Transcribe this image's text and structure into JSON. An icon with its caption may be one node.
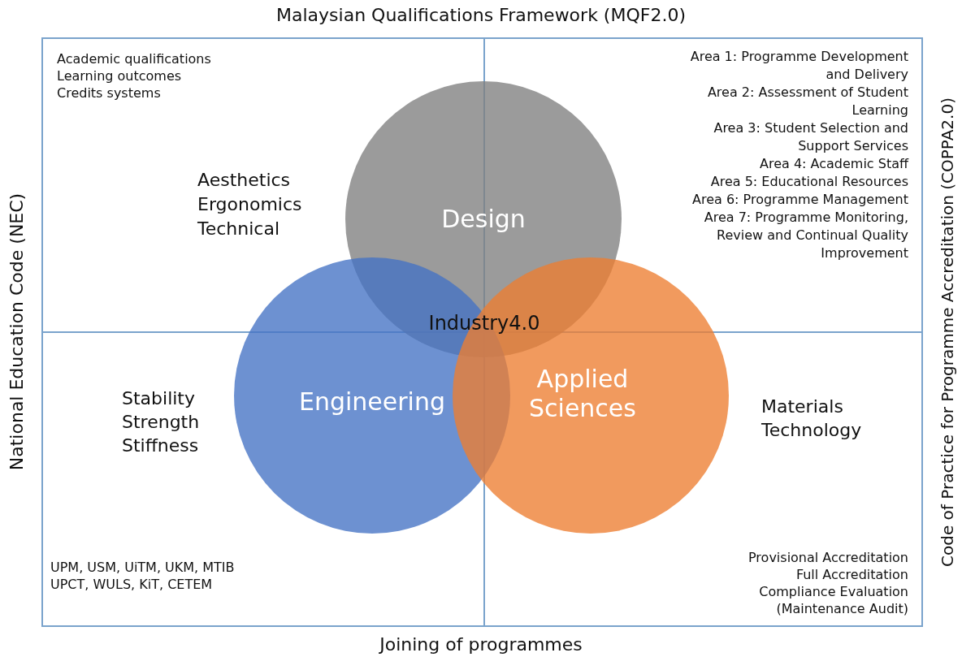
{
  "diagram": {
    "nodes": [
      {
        "text": [
          "Design"
        ]
      },
      {
        "text": [
          "Engineering"
        ]
      },
      {
        "text": [
          "Applied Sciences"
        ]
      }
    ],
    "labels": [
      "Malaysian Qualifications Framework (MQF2.0)",
      "Academic qualifications",
      "Learning outcomes",
      "Credits systems",
      "Area 1: Programme Development and Delivery",
      "Area 2: Assessment of Student Learning",
      "Area 3: Student Selection and Support Services",
      "Area 4: Academic Staff",
      "Area 5: Educational Resources",
      "Area 6: Programme Management",
      "Area 7: Programme Monitoring, Review and Continual Quality Improvement",
      "Aesthetics",
      "Ergonomics",
      "Technical",
      "Industry4.0",
      "Stability",
      "Strength",
      "Stiffness",
      "Materials Technology",
      "UPM, USM, UiTM, UKM, MTIB",
      "UPCT, WULS, KiT, CETEM",
      "Provisional Accreditation",
      "Full Accreditation",
      "Compliance Evaluation (Maintenance Audit)",
      "Joining of programmes",
      "National Education Code (NEC)",
      "Code of Practice for Programme Accreditation (COPPA2.0)"
    ]
  }
}
